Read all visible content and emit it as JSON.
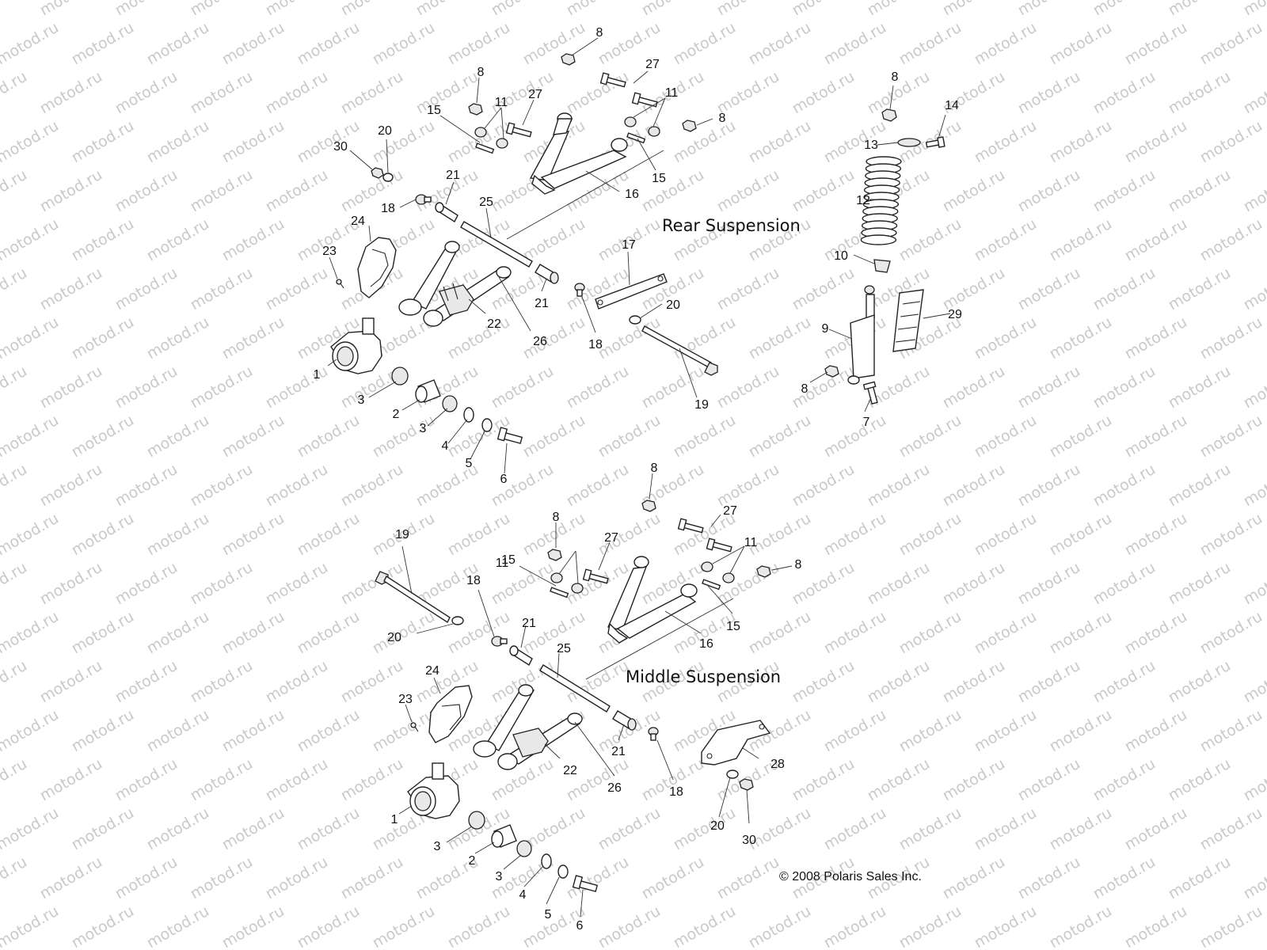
{
  "watermark": "motod.ru",
  "sections": {
    "rear_title": "Rear Suspension",
    "middle_title": "Middle Suspension"
  },
  "copyright": "© 2008 Polaris Sales Inc.",
  "callouts": {
    "rear": [
      "8",
      "8",
      "27",
      "11",
      "27",
      "11",
      "8",
      "15",
      "20",
      "30",
      "15",
      "21",
      "25",
      "18",
      "16",
      "24",
      "23",
      "17",
      "21",
      "22",
      "26",
      "18",
      "20",
      "1",
      "3",
      "2",
      "3",
      "4",
      "5",
      "6",
      "19",
      "8",
      "14",
      "13",
      "12",
      "10",
      "9",
      "29",
      "8",
      "7"
    ],
    "middle": [
      "8",
      "8",
      "27",
      "11",
      "27",
      "11",
      "8",
      "15",
      "19",
      "18",
      "21",
      "15",
      "16",
      "20",
      "25",
      "24",
      "23",
      "22",
      "21",
      "26",
      "18",
      "1",
      "3",
      "2",
      "3",
      "4",
      "5",
      "6",
      "28",
      "20",
      "30"
    ]
  }
}
